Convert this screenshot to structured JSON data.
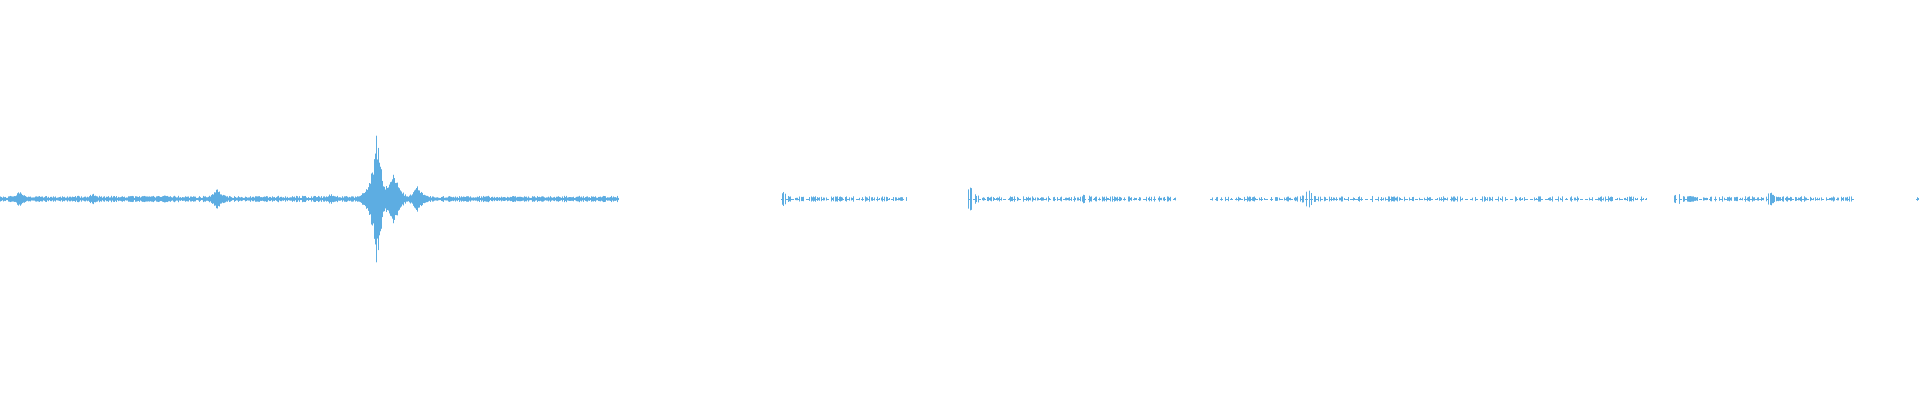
{
  "waveform": {
    "color": "#5dade2",
    "background": "#ffffff",
    "amplitude_scale": 1.0,
    "segments": [
      {
        "start": 0.0,
        "end": 0.322,
        "density": 1.0,
        "baseline": 0.035,
        "peaks": [
          {
            "t": 0.01,
            "amp": 0.12
          },
          {
            "t": 0.02,
            "amp": 0.05
          },
          {
            "t": 0.048,
            "amp": 0.09
          },
          {
            "t": 0.086,
            "amp": 0.07
          },
          {
            "t": 0.113,
            "amp": 0.18
          },
          {
            "t": 0.172,
            "amp": 0.08
          },
          {
            "t": 0.196,
            "amp": 1.0
          },
          {
            "t": 0.205,
            "amp": 0.45
          },
          {
            "t": 0.217,
            "amp": 0.22
          }
        ]
      },
      {
        "start": 0.407,
        "end": 0.472,
        "density": 0.55,
        "baseline": 0.03,
        "peaks": [
          {
            "t": 0.408,
            "amp": 0.11
          }
        ]
      },
      {
        "start": 0.504,
        "end": 0.612,
        "density": 0.55,
        "baseline": 0.03,
        "peaks": [
          {
            "t": 0.505,
            "amp": 0.22
          },
          {
            "t": 0.565,
            "amp": 0.1
          }
        ]
      },
      {
        "start": 0.63,
        "end": 0.858,
        "density": 0.4,
        "baseline": 0.03,
        "peaks": [
          {
            "t": 0.681,
            "amp": 0.16
          },
          {
            "t": 0.712,
            "amp": 0.1
          }
        ]
      },
      {
        "start": 0.872,
        "end": 0.918,
        "density": 0.5,
        "baseline": 0.03,
        "peaks": [
          {
            "t": 0.874,
            "amp": 0.1
          },
          {
            "t": 0.88,
            "amp": 0.06
          }
        ]
      },
      {
        "start": 0.92,
        "end": 0.966,
        "density": 0.5,
        "baseline": 0.03,
        "peaks": [
          {
            "t": 0.922,
            "amp": 0.12
          }
        ]
      },
      {
        "start": 0.998,
        "end": 1.0,
        "density": 0.3,
        "baseline": 0.02,
        "peaks": []
      }
    ]
  }
}
